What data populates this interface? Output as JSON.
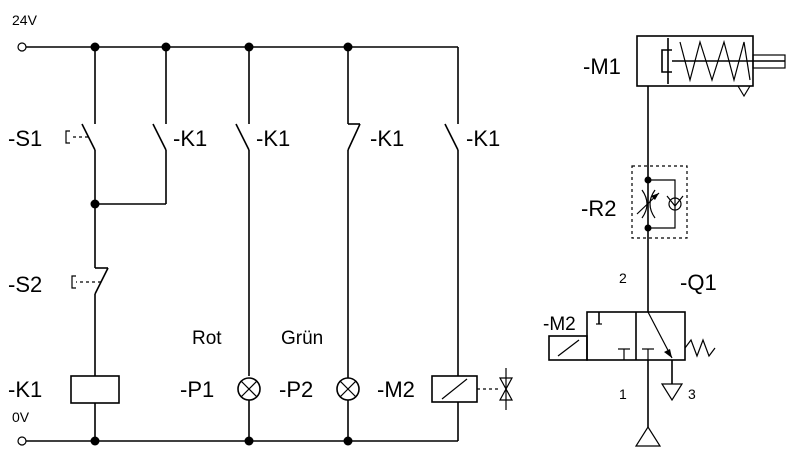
{
  "rails": {
    "top": "24V",
    "bottom": "0V"
  },
  "circuit": {
    "s1": "-S1",
    "s2": "-S2",
    "k1_contact_a": "-K1",
    "k1_contact_b": "-K1",
    "k1_contact_c": "-K1",
    "k1_contact_d": "-K1",
    "k1_coil": "-K1",
    "p1": "-P1",
    "p2": "-P2",
    "m2": "-M2",
    "lamp_red": "Rot",
    "lamp_green": "Grün"
  },
  "pneumatic": {
    "m1": "-M1",
    "r2": "-R2",
    "q1": "-Q1",
    "m2": "-M2",
    "port_2": "2",
    "port_1": "1",
    "port_3": "3"
  }
}
